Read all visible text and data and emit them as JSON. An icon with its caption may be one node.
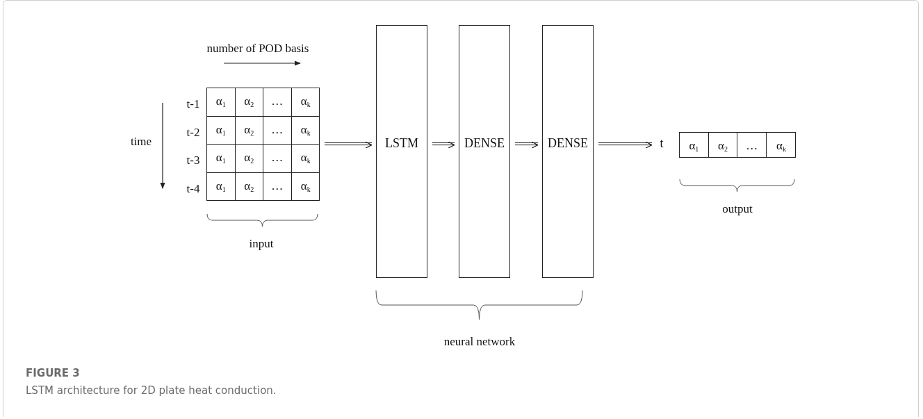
{
  "diagram": {
    "title": "FIGURE 3",
    "caption": "LSTM architecture for 2D plate heat conduction.",
    "nodes": [
      {
        "text": [],
        "shape": "box"
      },
      {
        "text": [
          "LSTM"
        ]
      },
      {
        "text": [
          "DENSE"
        ]
      },
      {
        "text": [
          "DENSE"
        ]
      },
      {
        "text": [
          "t"
        ]
      },
      {
        "text": [],
        "shape": "box"
      }
    ],
    "edges": [
      {
        "from": 0,
        "to": 1,
        "arrow": "to"
      },
      {
        "from": 1,
        "to": 2,
        "arrow": "to"
      },
      {
        "from": 2,
        "to": 3,
        "arrow": "to"
      },
      {
        "from": 3,
        "to": 4,
        "arrow": "to"
      }
    ],
    "labels": [
      "number of POD basis",
      "time",
      "t-1",
      "α$_{1}$",
      "α$_{2}$",
      "…",
      "α$_{k}$",
      "t-2",
      "α$_{1}$",
      "α$_{2}$",
      "…",
      "α$_{k}$",
      "t-3",
      "α$_{1}$",
      "α$_{2}$",
      "…",
      "α$_{k}$",
      "t-4",
      "α$_{1}$",
      "α$_{2}$",
      "…",
      "α$_{k}$",
      "input",
      "α$_{1}$",
      "α$_{2}$",
      "…",
      "α$_{k}$",
      "output",
      "neural network"
    ]
  }
}
